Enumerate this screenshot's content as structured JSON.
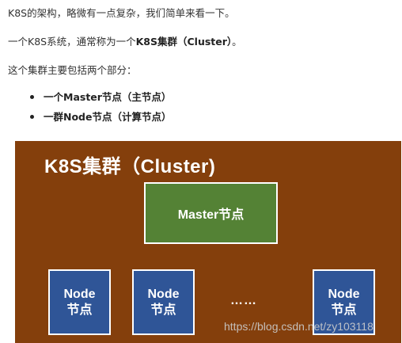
{
  "intro": {
    "line1": "K8S的架构，略微有一点复杂，我们简单来看一下。",
    "line2_prefix": "一个K8S系统，通常称为一个",
    "line2_bold": "K8S集群（Cluster）",
    "line2_suffix": "。",
    "line3": "这个集群主要包括两个部分："
  },
  "bullets": [
    "一个Master节点（主节点）",
    "一群Node节点（计算节点）"
  ],
  "diagram": {
    "title": "K8S集群（Cluster)",
    "master_label": "Master节点",
    "nodes": [
      {
        "line1": "Node",
        "line2": "节点"
      },
      {
        "line1": "Node",
        "line2": "节点"
      },
      {
        "line1": "Node",
        "line2": "节点"
      }
    ],
    "ellipsis": "……",
    "watermark": "https://blog.csdn.net/zy103118",
    "colors": {
      "cluster_bg": "#843f0c",
      "master_bg": "#548235",
      "node_bg": "#2f5597",
      "border": "#ffffff"
    }
  }
}
